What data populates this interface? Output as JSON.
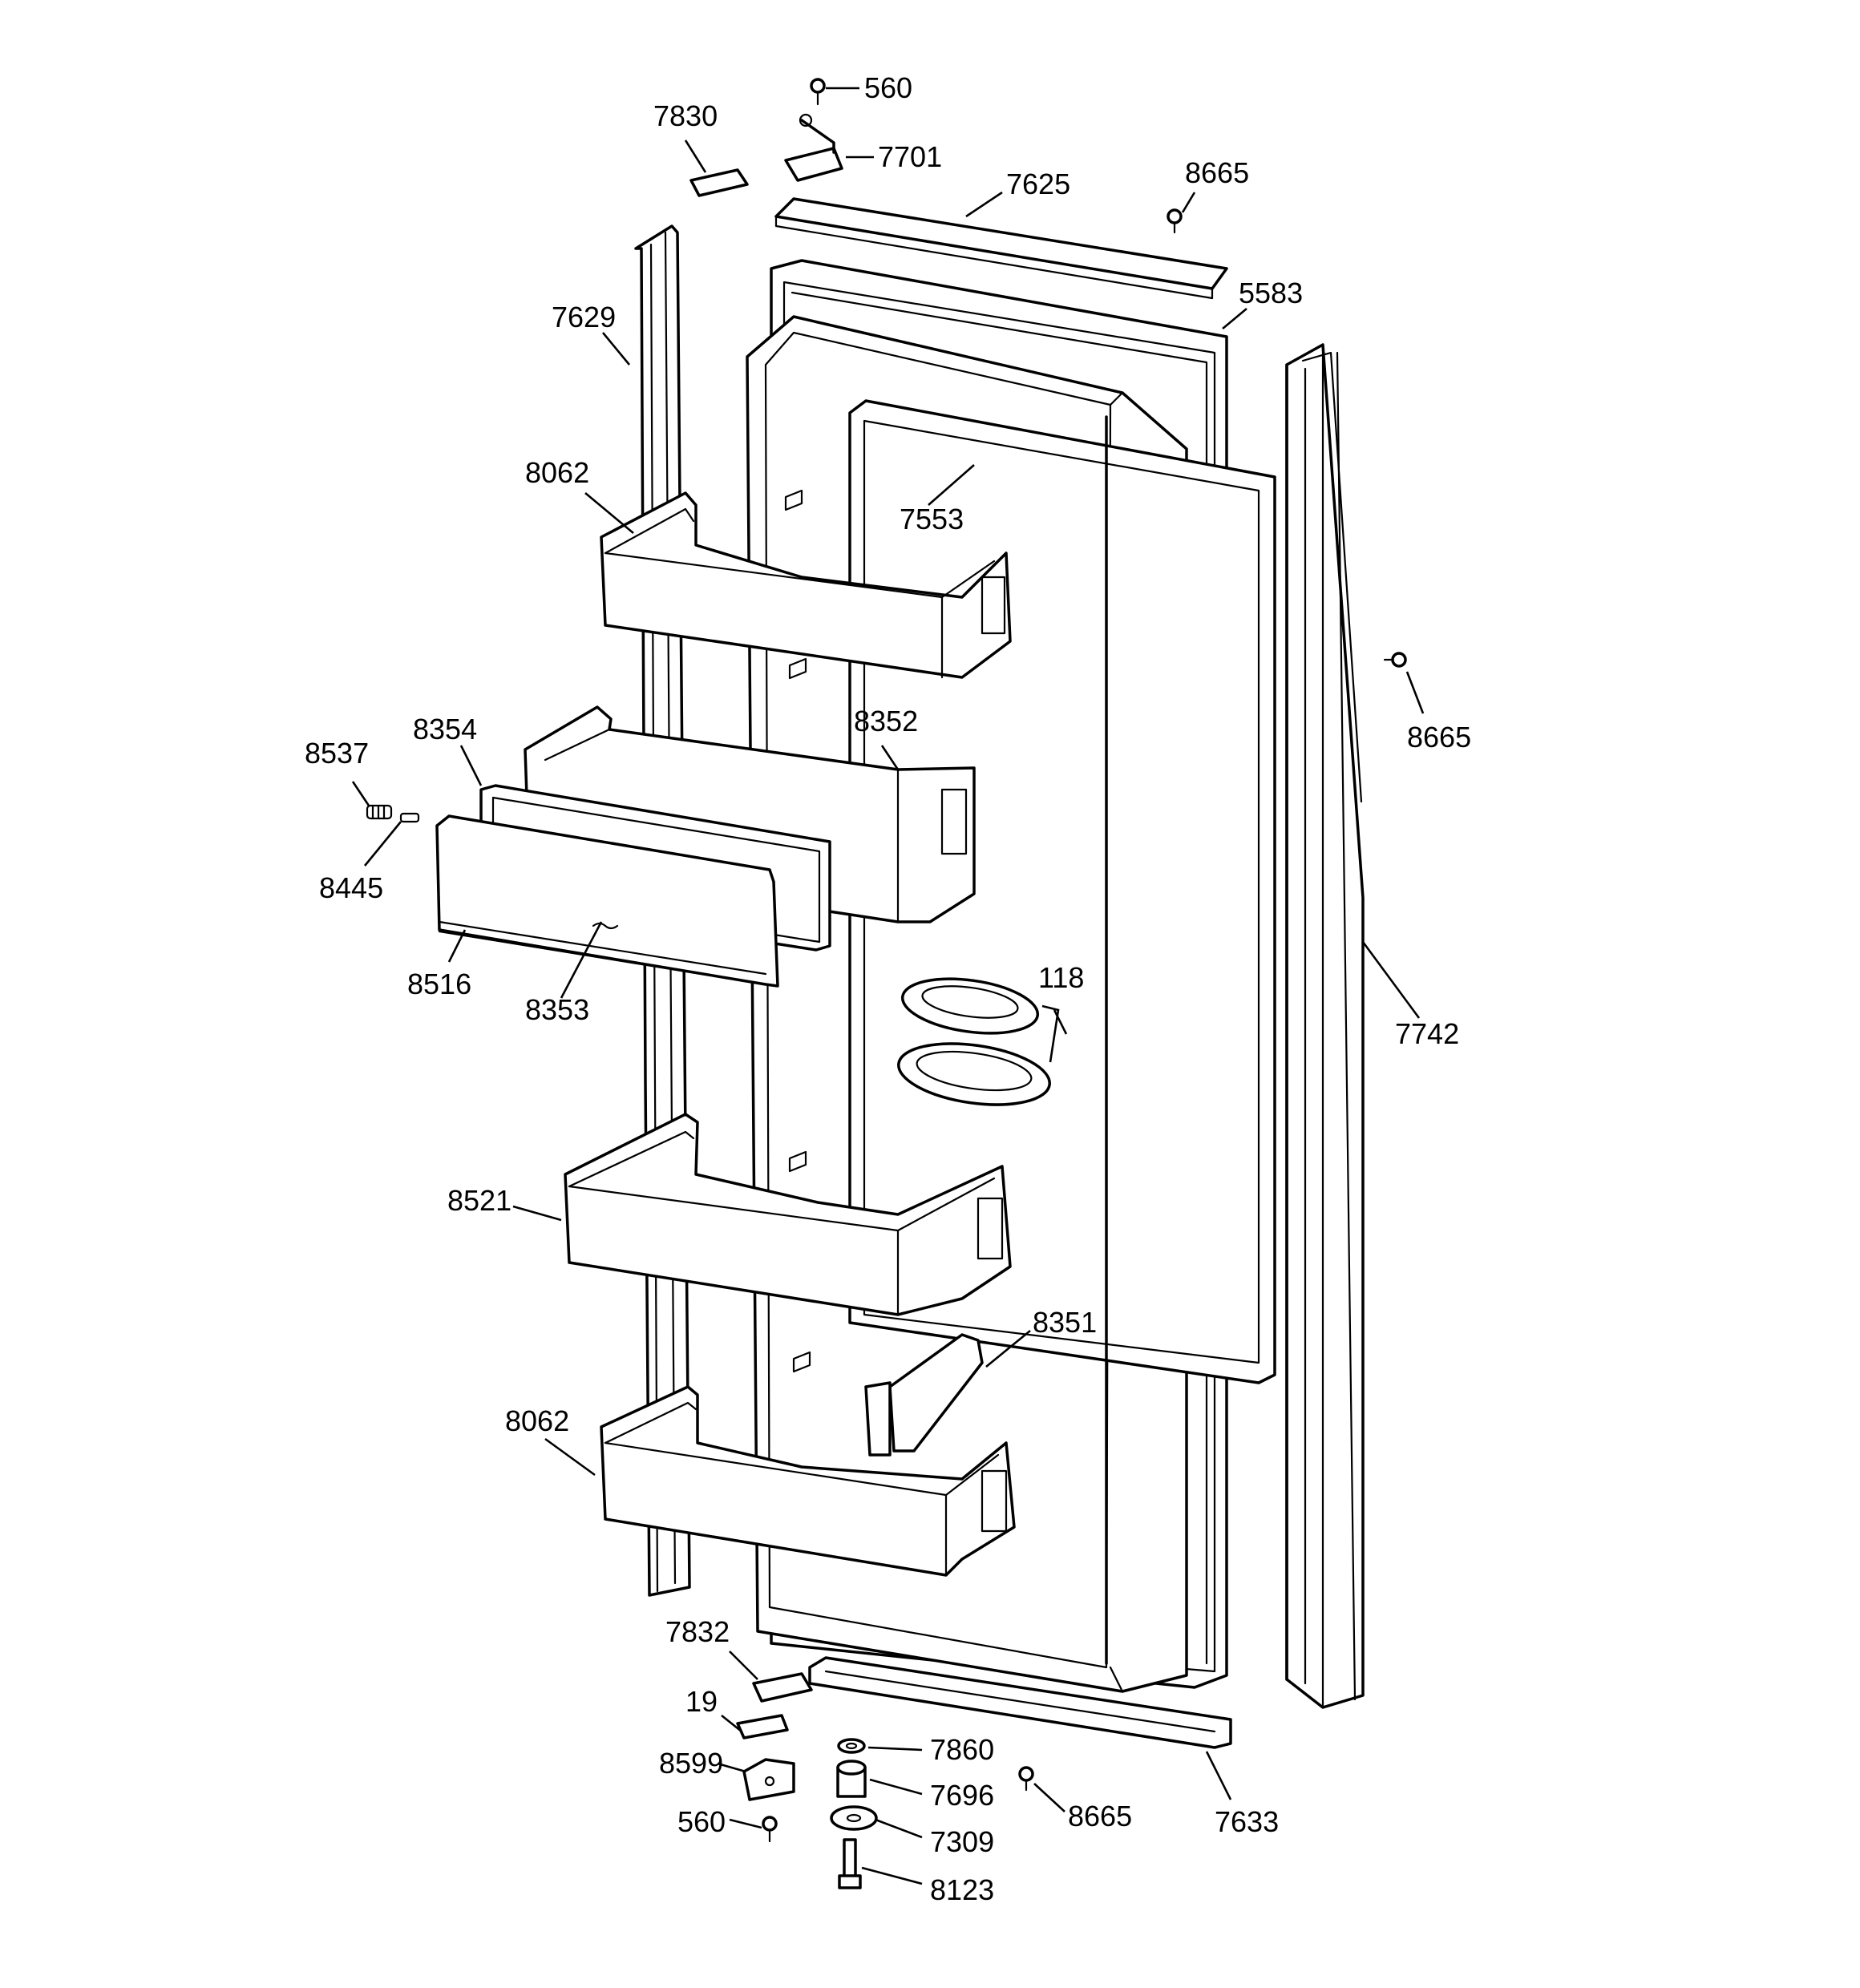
{
  "diagram": {
    "callouts": {
      "c560_top": "560",
      "c7830": "7830",
      "c7701": "7701",
      "c7625": "7625",
      "c8665_top": "8665",
      "c5583": "5583",
      "c7629": "7629",
      "c8062_top": "8062",
      "c7553": "7553",
      "c8665_right": "8665",
      "c8354": "8354",
      "c8352": "8352",
      "c8537": "8537",
      "c8445": "8445",
      "c8516": "8516",
      "c8353": "8353",
      "c118": "118",
      "c7742": "7742",
      "c8521": "8521",
      "c8351": "8351",
      "c8062_bottom": "8062",
      "c7832": "7832",
      "c19": "19",
      "c7860": "7860",
      "c8599": "8599",
      "c7696": "7696",
      "c8665_bottom": "8665",
      "c7633": "7633",
      "c560_bottom": "560",
      "c7309": "7309",
      "c8123": "8123"
    }
  }
}
